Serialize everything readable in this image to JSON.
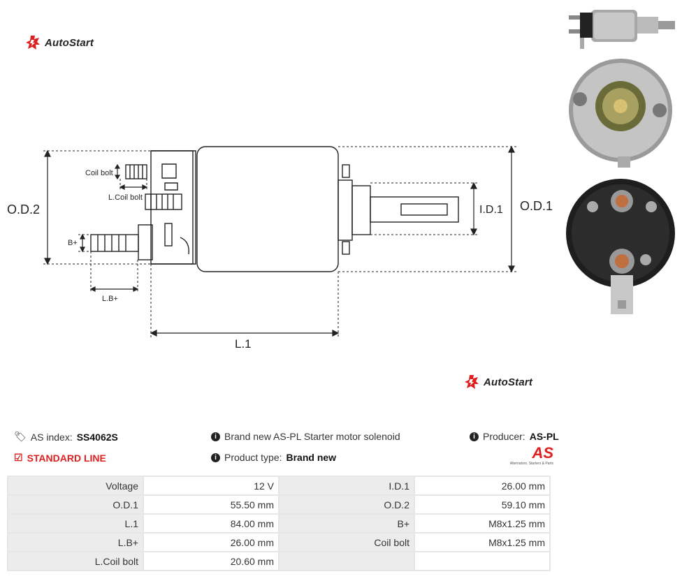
{
  "brand": {
    "name": "AutoStart",
    "accent": "#e02020"
  },
  "drawing": {
    "labels": {
      "coil_bolt": "Coil bolt",
      "l_coil_bolt": "L.Coil bolt",
      "b_plus": "B+",
      "l_b_plus": "L.B+",
      "od2": "O.D.2",
      "od1": "O.D.1",
      "id1": "I.D.1",
      "l1": "L.1"
    }
  },
  "photos": [
    {
      "name": "solenoid-side-view"
    },
    {
      "name": "solenoid-front-view"
    },
    {
      "name": "solenoid-terminal-view"
    }
  ],
  "info": {
    "as_index_label": "AS index:",
    "as_index_value": "SS4062S",
    "line": "STANDARD LINE",
    "description": "Brand new AS-PL Starter motor solenoid",
    "product_type_label": "Product type:",
    "product_type_value": "Brand new",
    "producer_label": "Producer:",
    "producer_value": "AS-PL",
    "as_logo_text": "AS",
    "as_logo_tagline": "Alternators, Starters & Parts"
  },
  "specs": [
    [
      "Voltage",
      "12 V",
      "I.D.1",
      "26.00 mm"
    ],
    [
      "O.D.1",
      "55.50 mm",
      "O.D.2",
      "59.10 mm"
    ],
    [
      "L.1",
      "84.00 mm",
      "B+",
      "M8x1.25   mm"
    ],
    [
      "L.B+",
      "26.00 mm",
      "Coil bolt",
      "M8x1.25   mm"
    ],
    [
      "L.Coil bolt",
      "20.60 mm",
      "",
      ""
    ]
  ]
}
